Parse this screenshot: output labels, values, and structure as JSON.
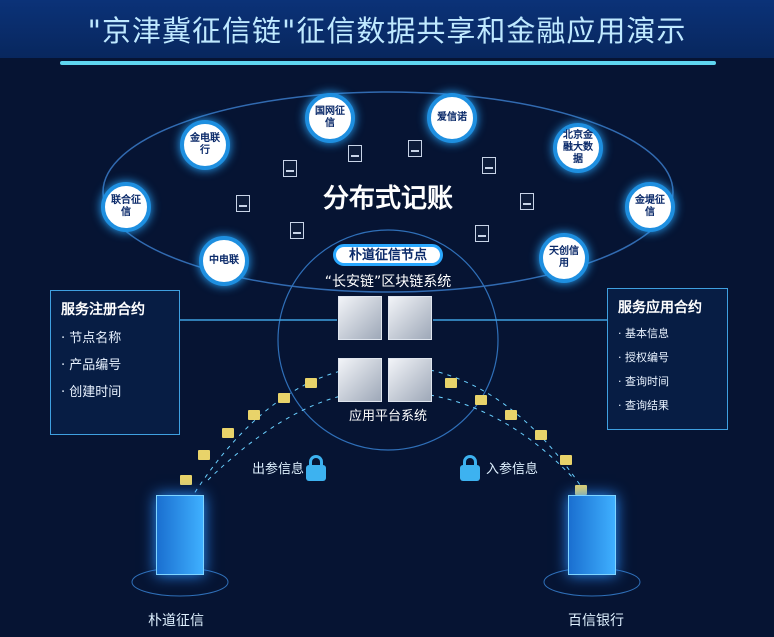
{
  "title": "\"京津冀征信链\"征信数据共享和金融应用演示",
  "center_label": "分布式记账",
  "nodes": [
    "金电联行",
    "国网征信",
    "爱信诺",
    "北京金融大数据",
    "联合征信",
    "金堤征信",
    "中电联",
    "天创信用"
  ],
  "hub": {
    "pill": "朴道征信节点",
    "chain": "“长安链”区块链系统",
    "platform": "应用平台系统"
  },
  "left_panel": {
    "title": "服务注册合约",
    "items": [
      "节点名称",
      "产品编号",
      "创建时间"
    ]
  },
  "right_panel": {
    "title": "服务应用合约",
    "items": [
      "基本信息",
      "授权编号",
      "查询时间",
      "查询结果"
    ]
  },
  "out_label": "出参信息",
  "in_label": "入参信息",
  "left_entity": "朴道征信",
  "right_entity": "百信银行"
}
